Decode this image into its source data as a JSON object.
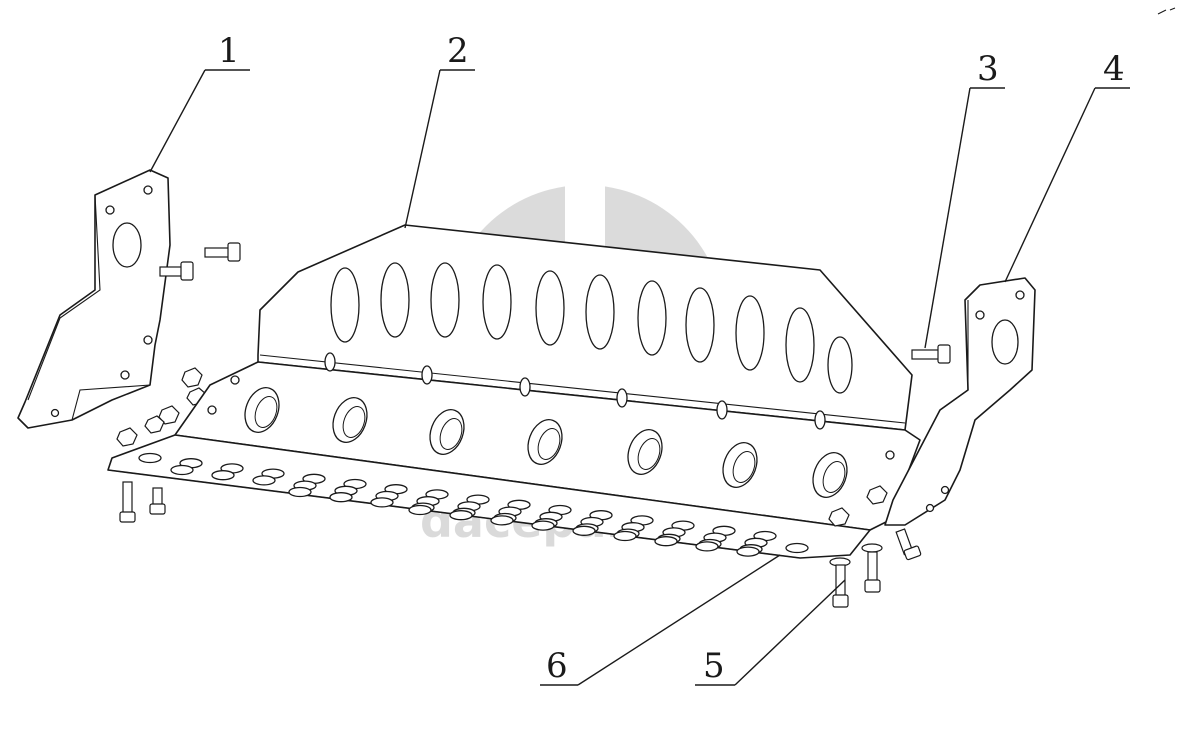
{
  "callouts": [
    {
      "id": "1",
      "label": "1"
    },
    {
      "id": "2",
      "label": "2"
    },
    {
      "id": "3",
      "label": "3"
    },
    {
      "id": "4",
      "label": "4"
    },
    {
      "id": "5",
      "label": "5"
    },
    {
      "id": "6",
      "label": "6"
    }
  ],
  "watermark": {
    "text": "daceparts",
    "icon": "gear-logo-icon",
    "color": "#cfcfcf"
  },
  "colors": {
    "line": "#1a1a1a",
    "background": "#ffffff"
  }
}
